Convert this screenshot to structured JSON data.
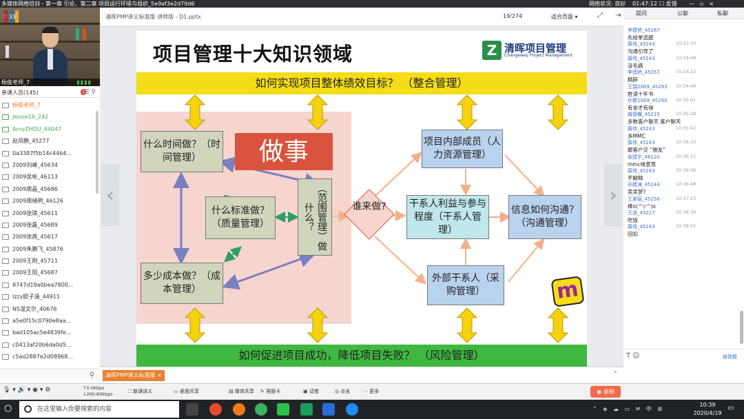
{
  "window": {
    "title": "多媒体网络培训 - 第一章 引论、第二章 项目运行环境与组织_5e9af3e2d79d6",
    "net_status": "网络状况: 良好",
    "timer": "01:47:12",
    "feedback": "反馈"
  },
  "camera": {
    "likes": "33",
    "name": "杨俊老师_7"
  },
  "participants": {
    "title": "参课人员(145)",
    "badge": "1",
    "list": [
      {
        "name": "杨俊老师_7",
        "role": "host"
      },
      {
        "name": "Jessie16_242",
        "role": "green"
      },
      {
        "name": "AmyZHOU_44047",
        "role": "green"
      },
      {
        "name": "赵凤鹏_45277",
        "role": ""
      },
      {
        "name": "0a3387f5b14c4464...",
        "role": ""
      },
      {
        "name": "2009刘峰_45634",
        "role": ""
      },
      {
        "name": "2009吴彬_46113",
        "role": ""
      },
      {
        "name": "2009周晶_45686",
        "role": ""
      },
      {
        "name": "2009周绪明_46126",
        "role": ""
      },
      {
        "name": "2009张琪_45611",
        "role": ""
      },
      {
        "name": "2009张磊_45689",
        "role": ""
      },
      {
        "name": "2009张茜_45617",
        "role": ""
      },
      {
        "name": "2009朱鹏飞_45876",
        "role": ""
      },
      {
        "name": "2009王刚_45711",
        "role": ""
      },
      {
        "name": "2009王阳_45687",
        "role": ""
      },
      {
        "name": "8747d19a0bea7800...",
        "role": ""
      },
      {
        "name": "Izzy欧子涵_44911",
        "role": ""
      },
      {
        "name": "NS温文尔_40676",
        "role": ""
      },
      {
        "name": "a5e0f15c0790e8aa...",
        "role": ""
      },
      {
        "name": "bad105ac5e4839fe...",
        "role": ""
      },
      {
        "name": "c0413af20b6da0d5...",
        "role": ""
      },
      {
        "name": "c5ad2887e2d08968...",
        "role": ""
      }
    ]
  },
  "doc": {
    "tab": "清晖PMP讲义标准版 讲师版 - D1.pptx",
    "page": "19/274",
    "fit": "适合页面"
  },
  "slide": {
    "title": "项目管理十大知识领域",
    "logo_cn": "清晖项目管理",
    "logo_en": "Changewey Project Management",
    "top_band": "如何实现项目整体绩效目标？ （整合管理）",
    "bottom_band": "如何促进项目成功，降低项目失败？ （风险管理）",
    "doing": "做事",
    "time": "什么时间做？（时间管理）",
    "quality": "什么标准做？（质量管理）",
    "cost": "多少成本做？（成本管理）",
    "scope": "（范围管理）做什么？",
    "who": "谁来做?",
    "hr": "项目内部成员（人力资源管理）",
    "stakeholder": "干系人利益与参与程度（干系人管理）",
    "comm": "信息如何沟通？（沟通管理）",
    "procure": "外部干系人（采购管理）",
    "m": "m"
  },
  "chat": {
    "tabs": [
      "提问",
      "公聊",
      "私聊"
    ],
    "messages": [
      {
        "name": "李建桥_45267",
        "time": "",
        "text": "先给单选题"
      },
      {
        "name": "薛伟_45243",
        "time": "10:33:10",
        "text": "沟通引导了"
      },
      {
        "name": "薛伟_45243",
        "time": "10:34:08",
        "text": "没毛病"
      },
      {
        "name": "李建桥_45267",
        "time": "10:34:23",
        "text": "精辟"
      },
      {
        "name": "王瑞2009_45293",
        "time": "10:34:48",
        "text": "胜读十年书"
      },
      {
        "name": "孙健2009_45290",
        "time": "10:35:01",
        "text": "有舍才有得"
      },
      {
        "name": "聂德巍_45215",
        "time": "10:35:28",
        "text": "多数客户聊天 客户聊天"
      },
      {
        "name": "薛伟_45243",
        "time": "10:35:42",
        "text": "多MMC"
      },
      {
        "name": "薛伟_45243",
        "time": "10:36:20",
        "text": "跟客户交 “朋友”"
      },
      {
        "name": "张建宇_46120",
        "time": "10:36:31",
        "text": "mmc啥意思"
      },
      {
        "name": "薛伟_45243",
        "time": "10:36:38",
        "text": "不解释"
      },
      {
        "name": "孙建涛_45244",
        "time": "10:36:48",
        "text": "卖卖梦?"
      },
      {
        "name": "王翠丽_45258",
        "time": "10:37:23",
        "text": "棒o(^▽^)o"
      },
      {
        "name": "王浩_45227",
        "time": "10:38:39",
        "text": "吃饭"
      },
      {
        "name": "薛伟_45243",
        "time": "10:38:55",
        "text": "回扣"
      }
    ],
    "send": "按到框"
  },
  "filetab": {
    "name": "清晖PMP讲义标准版"
  },
  "controls": {
    "bw_up": "0.0Kbps",
    "bw_down": "200.60kbps",
    "items": [
      "新课讲义",
      "桌面共享",
      "媒体共享",
      "答题卡",
      "试卷",
      "点名",
      "更多"
    ],
    "record": "录制"
  },
  "taskbar": {
    "search_placeholder": "在这里输入你要搜索的内容",
    "time": "10:39",
    "date": "2020/4/19"
  }
}
